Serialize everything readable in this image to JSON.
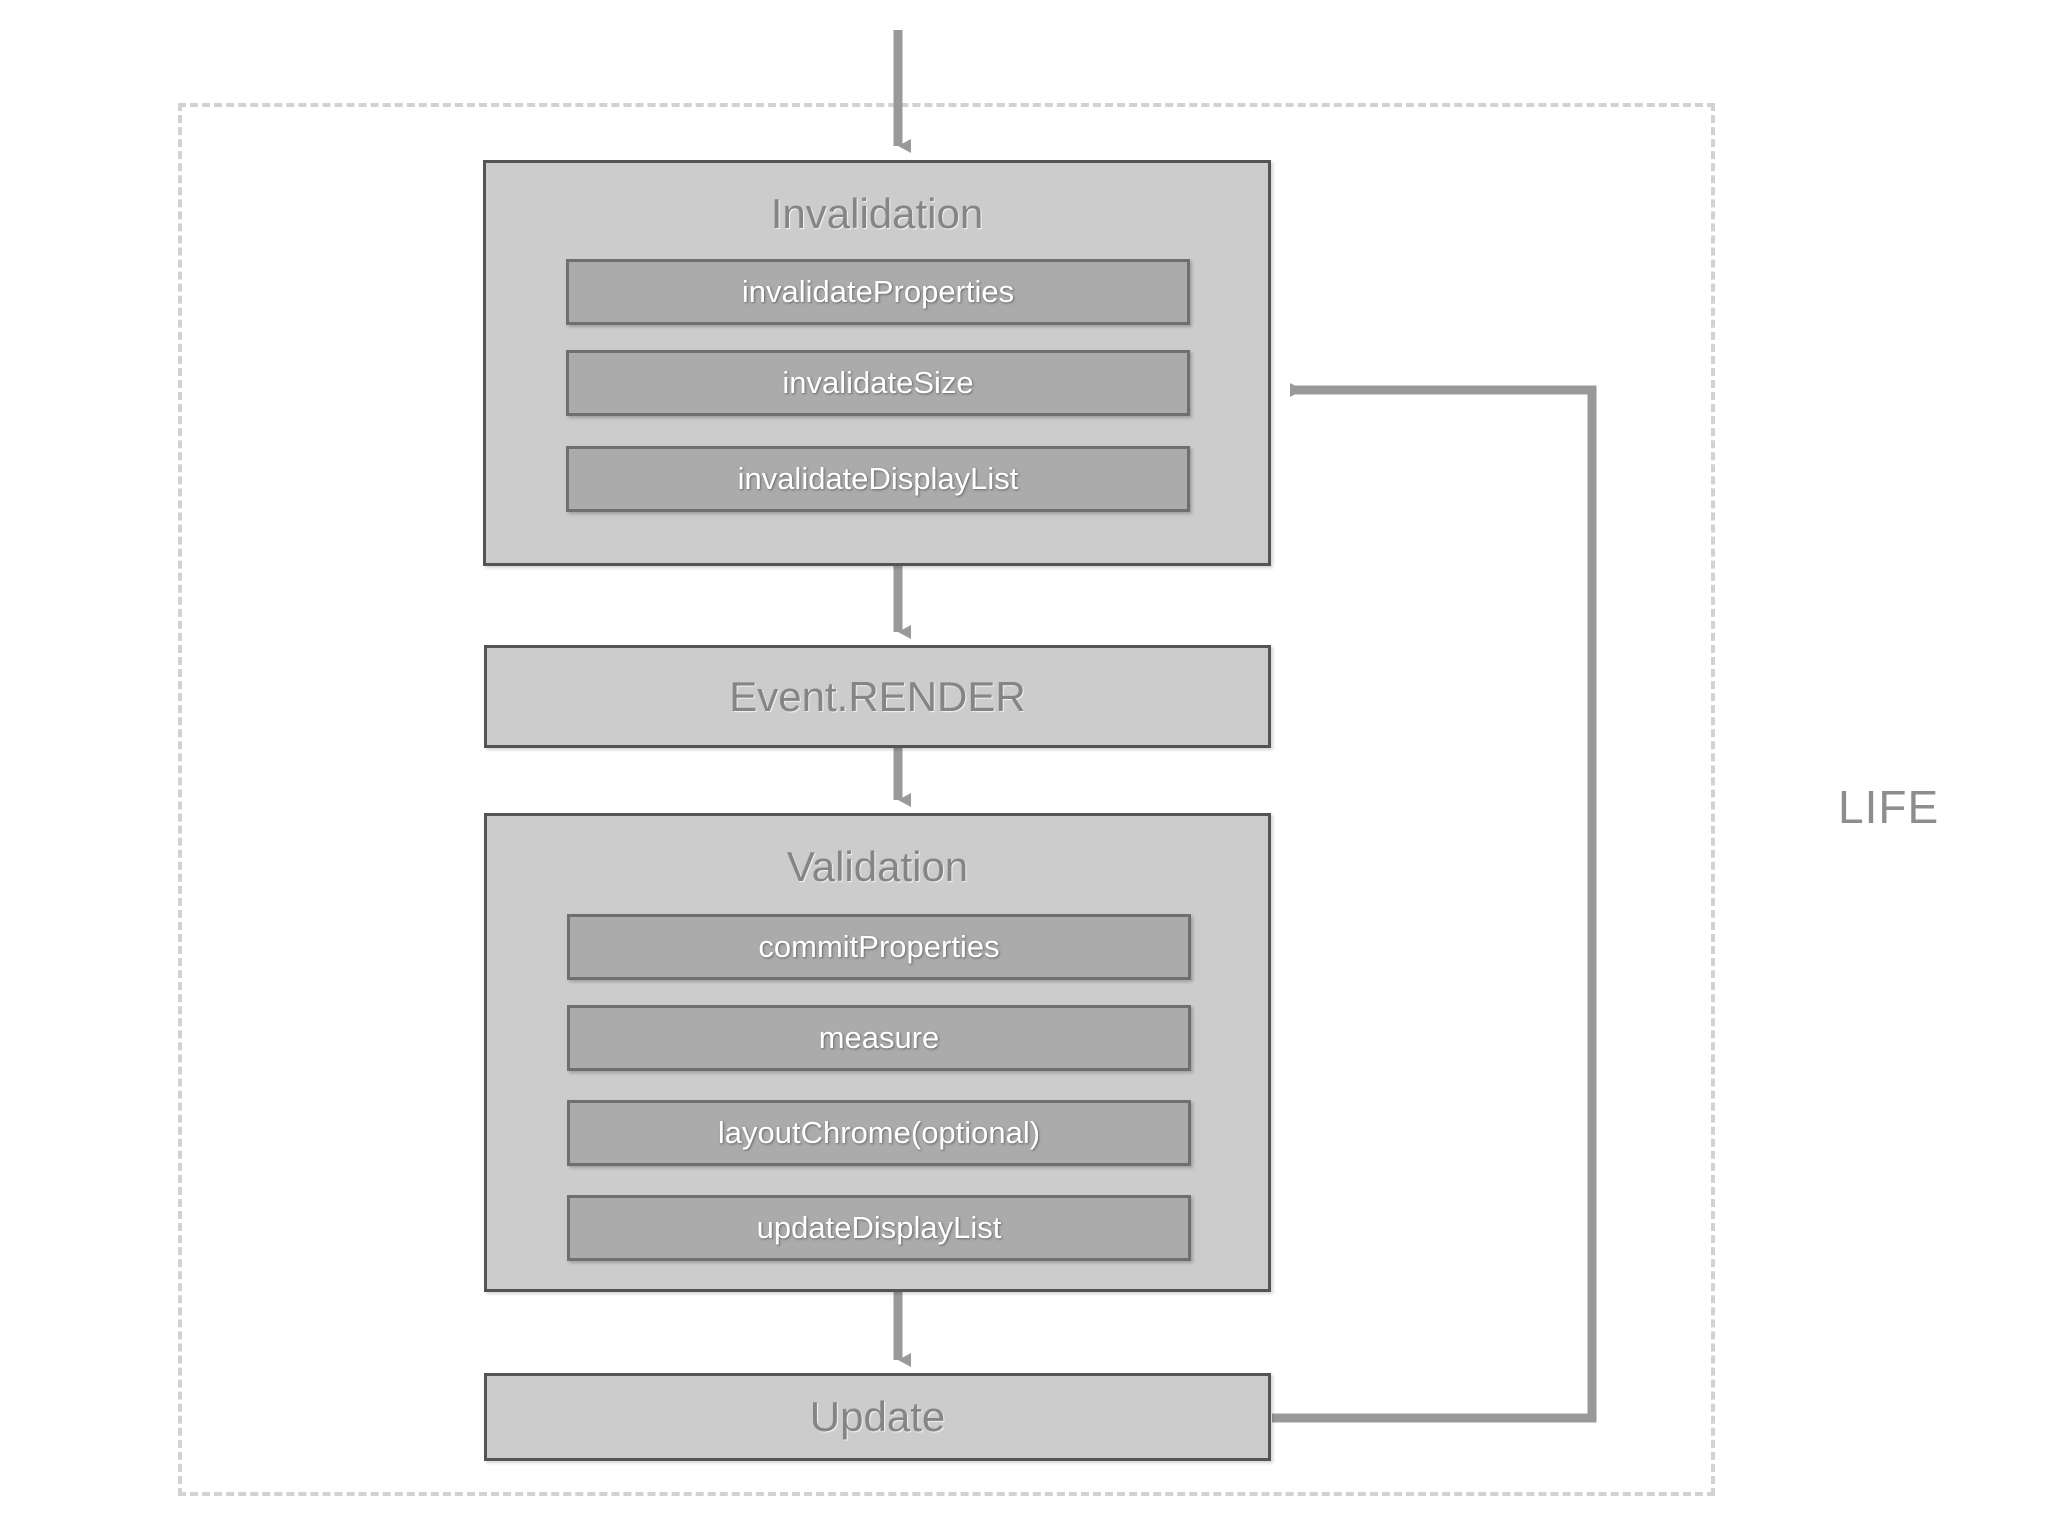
{
  "diagram": {
    "boundary_label": "LIFE",
    "phases": [
      {
        "id": "invalidation",
        "title": "Invalidation",
        "methods": [
          {
            "label": "invalidateProperties"
          },
          {
            "label": "invalidateSize"
          },
          {
            "label": "invalidateDisplayList"
          }
        ]
      },
      {
        "id": "validation",
        "title": "Validation",
        "methods": [
          {
            "label": "commitProperties"
          },
          {
            "label": "measure"
          },
          {
            "label": "layoutChrome(optional)"
          },
          {
            "label": "updateDisplayList"
          }
        ]
      }
    ],
    "steps": [
      {
        "id": "event-render",
        "label": "Event.RENDER"
      },
      {
        "id": "update",
        "label": "Update"
      }
    ],
    "colors": {
      "phase_fill": "#cccccc",
      "phase_border": "#545454",
      "method_fill": "#ababab",
      "method_border": "#6f6f6f",
      "title_text": "#858585",
      "method_text": "#ffffff",
      "connector": "#999999",
      "boundary_dash": "#d2d2d2"
    }
  }
}
